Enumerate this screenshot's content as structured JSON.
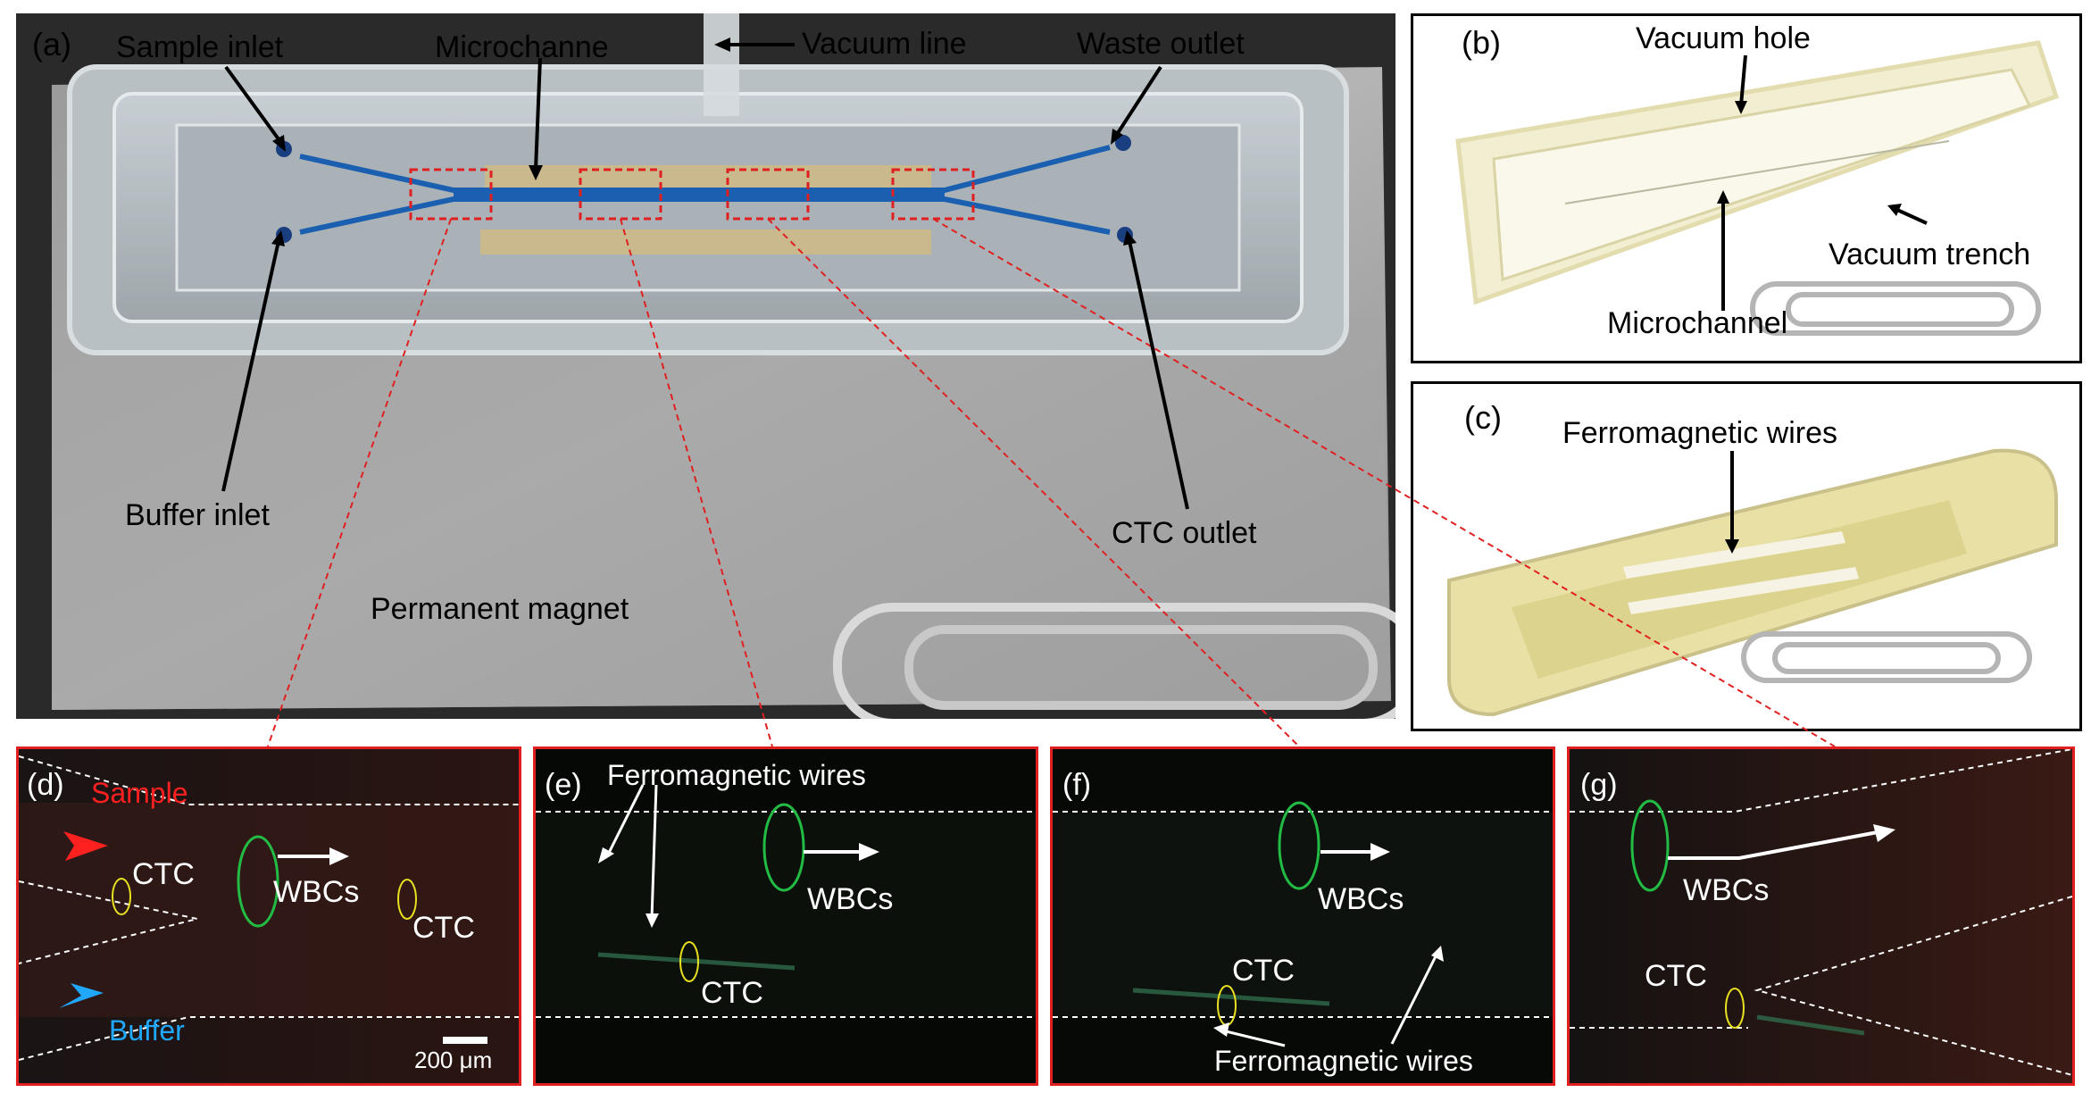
{
  "panel_a": {
    "letter": "(a)",
    "sample_inlet": "Sample inlet",
    "microchannel": "Microchanne",
    "vacuum_line": "Vacuum line",
    "waste_outlet": "Waste outlet",
    "buffer_inlet": "Buffer inlet",
    "ctc_outlet": "CTC outlet",
    "permanent_magnet": "Permanent magnet"
  },
  "panel_b": {
    "letter": "(b)",
    "vacuum_hole": "Vacuum hole",
    "vacuum_trench": "Vacuum trench",
    "microchannel": "Microchannel"
  },
  "panel_c": {
    "letter": "(c)",
    "ferromagnetic_wires": "Ferromagnetic wires"
  },
  "panel_d": {
    "letter": "(d)",
    "sample": "Sample",
    "buffer": "Buffer",
    "ctc_1": "CTC",
    "ctc_2": "CTC",
    "wbcs": "WBCs",
    "scale": "200 μm"
  },
  "panel_e": {
    "letter": "(e)",
    "ferromagnetic_wires": "Ferromagnetic wires",
    "wbcs": "WBCs",
    "ctc": "CTC"
  },
  "panel_f": {
    "letter": "(f)",
    "wbcs": "WBCs",
    "ctc": "CTC",
    "ferromagnetic_wires": "Ferromagnetic wires"
  },
  "panel_g": {
    "letter": "(g)",
    "wbcs": "WBCs",
    "ctc": "CTC"
  },
  "colors": {
    "frame_red": "#e02020",
    "sample_red": "#ff2020",
    "buffer_blue": "#20a8ff",
    "wbc_green": "#22bb44",
    "ctc_yellow": "#e8e020",
    "channel_blue": "#1a5fb0"
  }
}
